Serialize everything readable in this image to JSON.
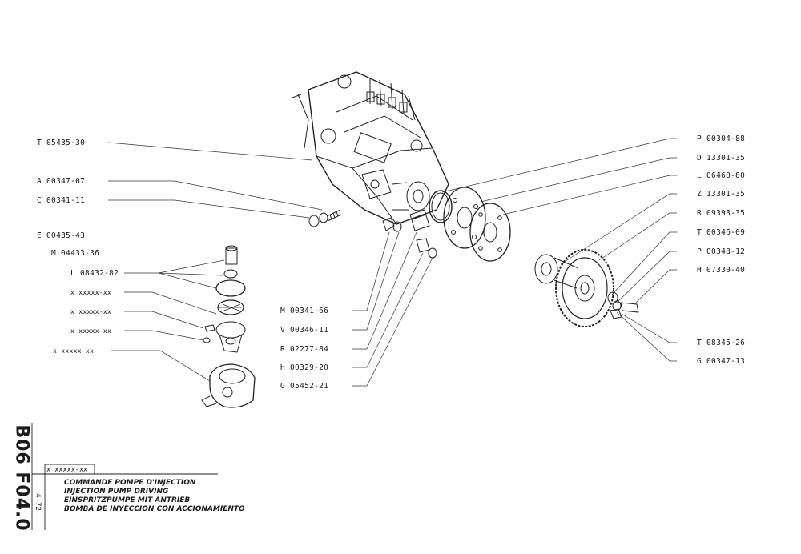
{
  "left_labels": [
    {
      "id": "t05435",
      "text": "T 05435-30"
    },
    {
      "id": "a00347",
      "text": "A 00347-07"
    },
    {
      "id": "c00341",
      "text": "C 00341-11"
    },
    {
      "id": "e00435",
      "text": "E 00435-43"
    },
    {
      "id": "m04433",
      "text": "M 04433-36"
    },
    {
      "id": "l08432",
      "text": "L 08432-82"
    },
    {
      "id": "x1",
      "text": "x xxxxx-xx"
    },
    {
      "id": "x2",
      "text": "x xxxxx-xx"
    },
    {
      "id": "x3",
      "text": "x xxxxx-xx"
    },
    {
      "id": "x4",
      "text": "x xxxxx-xx"
    }
  ],
  "center_labels": [
    {
      "id": "m00341",
      "text": "M 00341-66"
    },
    {
      "id": "v00346",
      "text": "V 00346-11"
    },
    {
      "id": "r02277",
      "text": "R 02277-84"
    },
    {
      "id": "h00329",
      "text": "H 00329-20"
    },
    {
      "id": "g05452",
      "text": "G 05452-21"
    }
  ],
  "right_labels": [
    {
      "id": "p00304",
      "text": "P 00304-88"
    },
    {
      "id": "d13301",
      "text": "D 13301-35"
    },
    {
      "id": "l06460",
      "text": "L 06460-80"
    },
    {
      "id": "z13301",
      "text": "Z 13301-35"
    },
    {
      "id": "r09393",
      "text": "R 09393-35"
    },
    {
      "id": "t00346",
      "text": "T 00346-09"
    },
    {
      "id": "p00348",
      "text": "P 00348-12"
    },
    {
      "id": "h07330",
      "text": "H 07330-40"
    },
    {
      "id": "t08345",
      "text": "T 08345-26"
    },
    {
      "id": "g00347",
      "text": "G 00347-13"
    }
  ],
  "sheet_code": "B06 F04.0",
  "sheet_date": "4-72",
  "title_block": {
    "code": "x xxxxx-xx",
    "lines": [
      "COMMANDE POMPE D'INJECTION",
      "INJECTION PUMP DRIVING",
      "EINSPRITZPUMPE MIT ANTRIEB",
      "BOMBA DE INYECCION CON ACCIONAMIENTO"
    ]
  }
}
